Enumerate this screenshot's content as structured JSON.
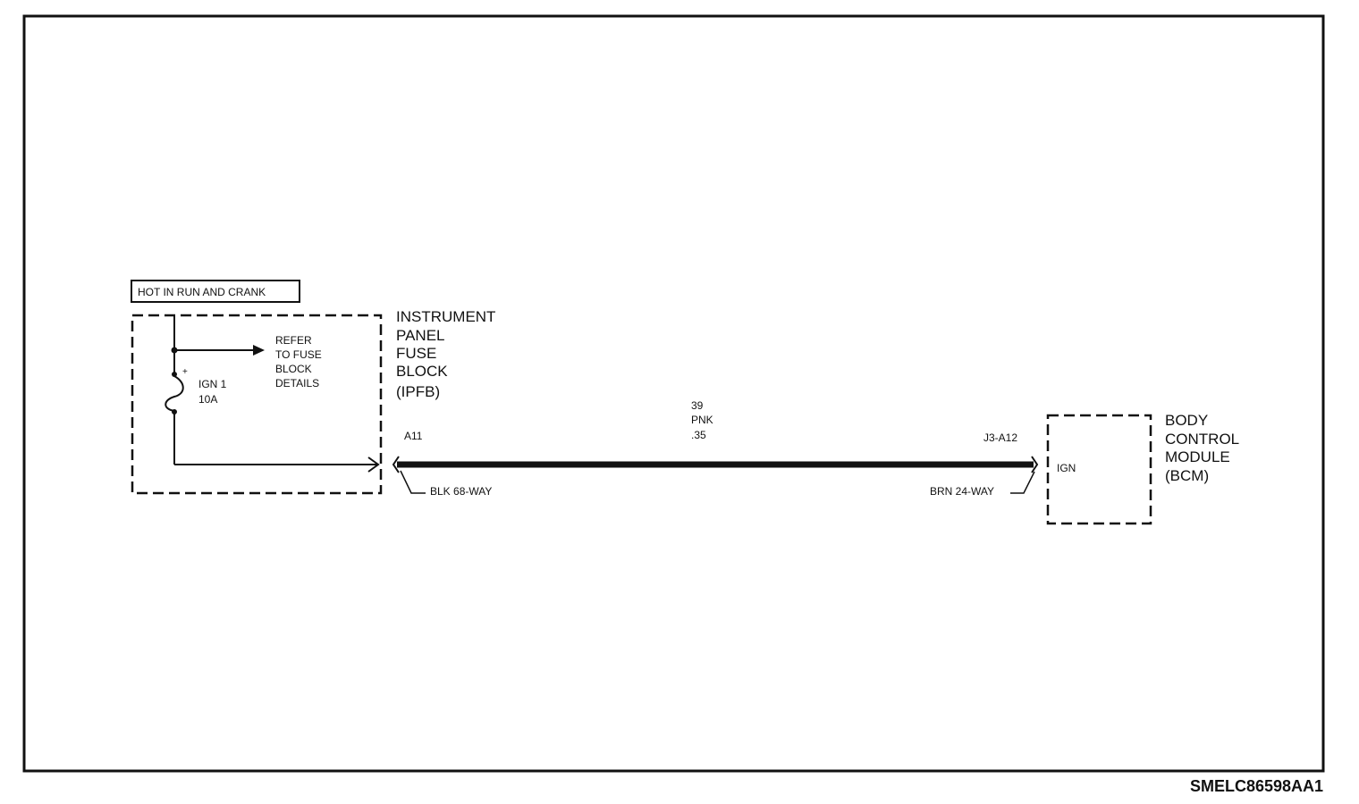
{
  "status_box": "HOT IN RUN AND CRANK",
  "fuse": {
    "name": "IGN 1",
    "rating": "10A",
    "polarity_mark": "+"
  },
  "refer_note": [
    "REFER",
    "TO FUSE",
    "BLOCK",
    "DETAILS"
  ],
  "ipfb_label": [
    "INSTRUMENT",
    "PANEL",
    "FUSE",
    "BLOCK",
    "(IPFB)"
  ],
  "wire": {
    "circuit": "39",
    "color": "PNK",
    "gauge": ".35"
  },
  "left_connector": {
    "pin": "A11",
    "desc": "BLK 68-WAY"
  },
  "right_connector": {
    "pin": "J3-A12",
    "desc": "BRN 24-WAY"
  },
  "bcm_pin": "IGN",
  "bcm_label": [
    "BODY",
    "CONTROL",
    "MODULE",
    "(BCM)"
  ],
  "figure_code": "SMELC86598AA1",
  "colors": {
    "line": "#111111",
    "background": "#ffffff"
  }
}
